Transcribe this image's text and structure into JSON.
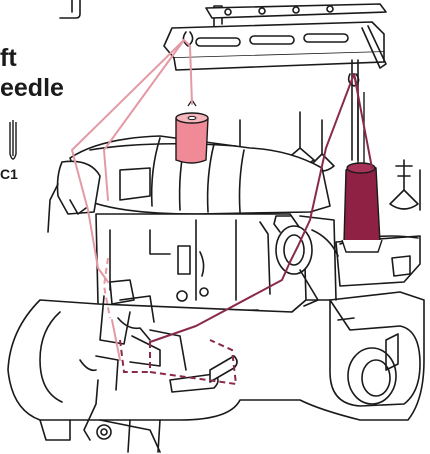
{
  "labels": {
    "line1": "ft",
    "line2": "eedle",
    "needle_code": "C1"
  },
  "colors": {
    "outline": "#1a1a1a",
    "upper_thread": "#e49aa4",
    "lower_thread": "#8a2a4a",
    "pink_spool": "#f08a96",
    "maroon_spool": "#8e2144",
    "background": "#ffffff"
  },
  "icons": {
    "needle": "needle-icon"
  }
}
